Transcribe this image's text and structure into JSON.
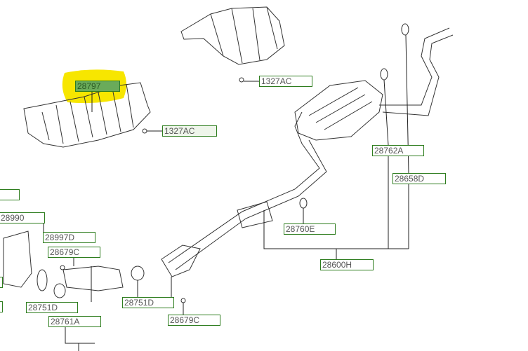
{
  "title": "Exhaust system parts diagram",
  "colors": {
    "highlight": "#f7e600",
    "label_border": "#2e7d1e",
    "label_selected": "#6aab5a"
  },
  "labels": {
    "heat_protector_front": "28797",
    "bolt_front": "1327AC",
    "bolt_center": "1327AC",
    "hanger_rear_a": "28762A",
    "hanger_rear_d": "28658D",
    "hanger_center": "28760E",
    "muffler_assy": "28600H",
    "catalytic_conv": "28990",
    "bracket": "28997D",
    "nut_left": "28679C",
    "gasket_left": "28751D",
    "front_pipe": "28761A",
    "gasket_center": "28751D",
    "nut_center": "28679C"
  }
}
